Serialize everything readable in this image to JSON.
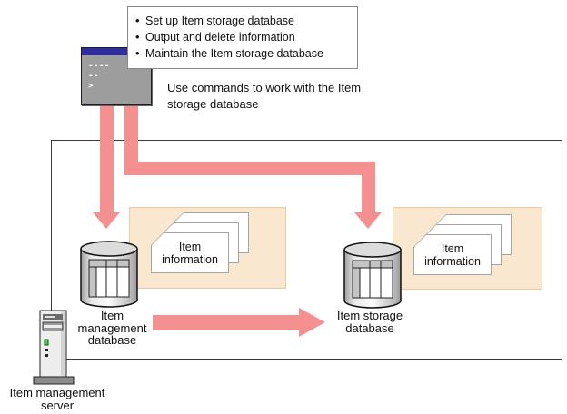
{
  "callout": {
    "items": [
      "Set up Item storage database",
      "Output and delete information",
      "Maintain the Item storage database"
    ]
  },
  "terminal": {
    "lines": [
      "----",
      "--",
      ">"
    ]
  },
  "caption": "Use commands to work with the Item storage database",
  "left_group": {
    "db_label": "Item management database",
    "doc_label": "Item information"
  },
  "right_group": {
    "db_label": "Item storage database",
    "doc_label": "Item information"
  },
  "server_label": "Item management server",
  "colors": {
    "arrow": "#f59090",
    "panel_fill": "#fae7d0",
    "panel_border": "#e9cba6",
    "terminal_titlebar": "#2e2e9e",
    "terminal_body": "#9d9d9d",
    "box_border": "#3a3a3a"
  }
}
